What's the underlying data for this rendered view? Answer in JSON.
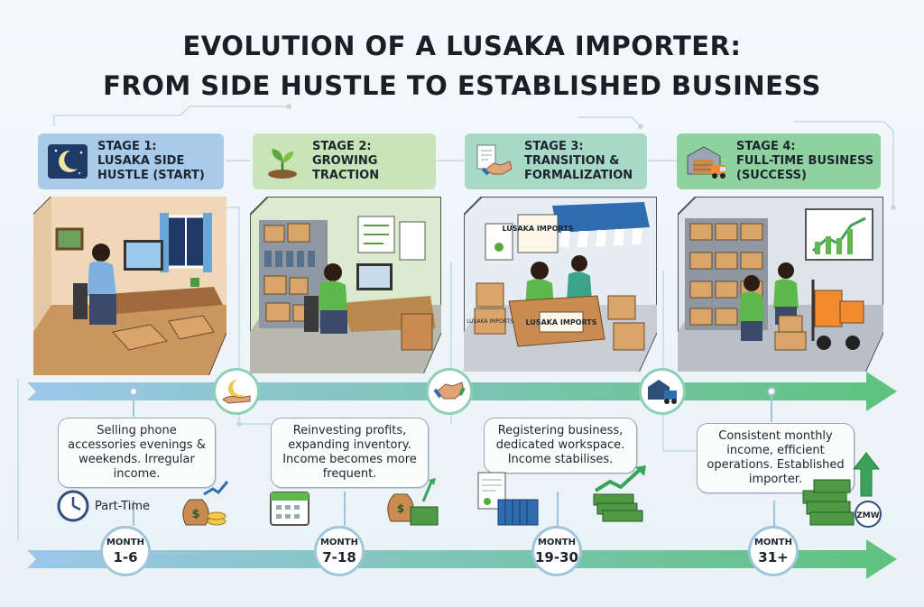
{
  "title": {
    "line1": "EVOLUTION OF A LUSAKA IMPORTER:",
    "line2": "FROM SIDE HUSTLE TO ESTABLISHED BUSINESS"
  },
  "stages": [
    {
      "label": "STAGE 1:\nLUSAKA SIDE\nHUSTLE (START)",
      "icon": "moon-night-icon",
      "description": "Selling phone accessories evenings & weekends. Irregular income.",
      "month_label": "MONTH",
      "month_range": "1-6"
    },
    {
      "label": "STAGE 2:\nGROWING\nTRACTION",
      "icon": "sprout-icon",
      "description": "Reinvesting profits, expanding inventory. Income becomes more frequent.",
      "month_label": "MONTH",
      "month_range": "7-18"
    },
    {
      "label": "STAGE 3:\nTRANSITION &\nFORMALIZATION",
      "icon": "handshake-document-icon",
      "description": "Registering business, dedicated workspace. Income stabilises.",
      "month_label": "MONTH",
      "month_range": "19-30"
    },
    {
      "label": "STAGE 4:\nFULL-TIME BUSINESS\n(SUCCESS)",
      "icon": "warehouse-truck-icon",
      "description": "Consistent monthly income, efficient operations. Established importer.",
      "month_label": "MONTH",
      "month_range": "31+"
    }
  ],
  "part_time_label": "Part-Time",
  "signs": {
    "shop_sign": "LUSAKA IMPORTS",
    "desk_sign": "LUSAKA IMPORTS",
    "box_label": "LUSAKA IMPORTS"
  },
  "zmw_badge": "ZMW",
  "colors": {
    "stage1": "#a9cbe9",
    "stage2": "#c9e4b6",
    "stage3": "#a8d9c6",
    "stage4": "#8fd2a0",
    "arrow_start": "#9cc7ea",
    "arrow_end": "#5fc27e"
  }
}
